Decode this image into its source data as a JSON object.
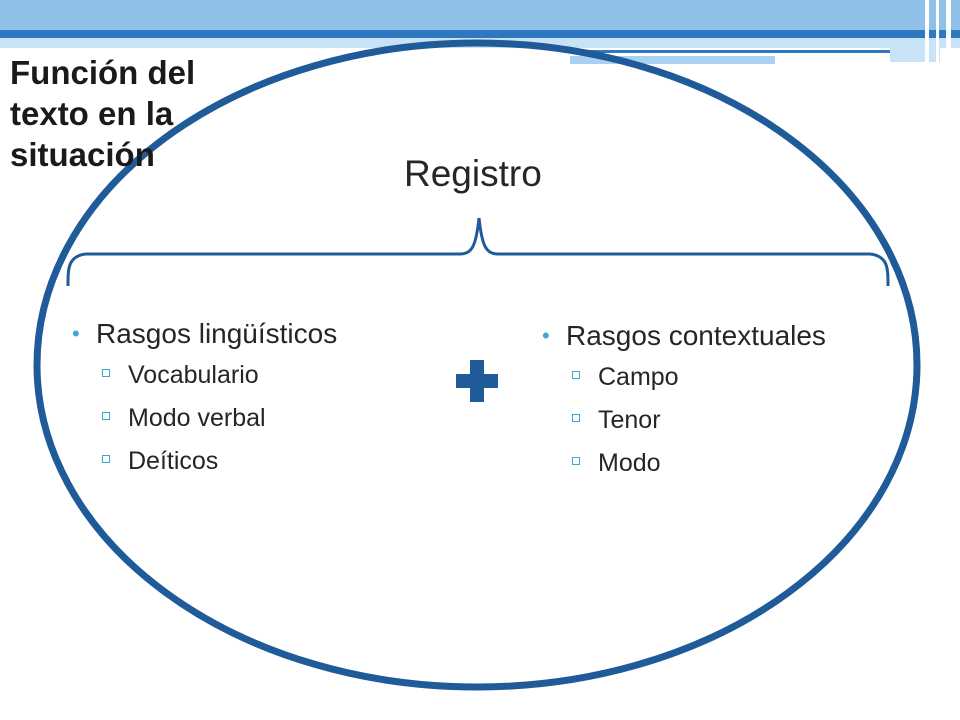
{
  "title": "Función del texto en la situación",
  "center_label": "Registro",
  "left_column": {
    "heading": "Rasgos lingüísticos",
    "items": [
      "Vocabulario",
      "Modo verbal",
      "Deíticos"
    ]
  },
  "right_column": {
    "heading": "Rasgos contextuales",
    "items": [
      "Campo",
      "Tenor",
      "Modo"
    ]
  },
  "colors": {
    "accent": "#1f5a99",
    "band_light": "#8fc1e8",
    "band_dark": "#2e78c2",
    "bullet": "#3aa7d6"
  },
  "icons": {
    "plus": "plus-icon",
    "brace": "curly-brace-icon"
  }
}
